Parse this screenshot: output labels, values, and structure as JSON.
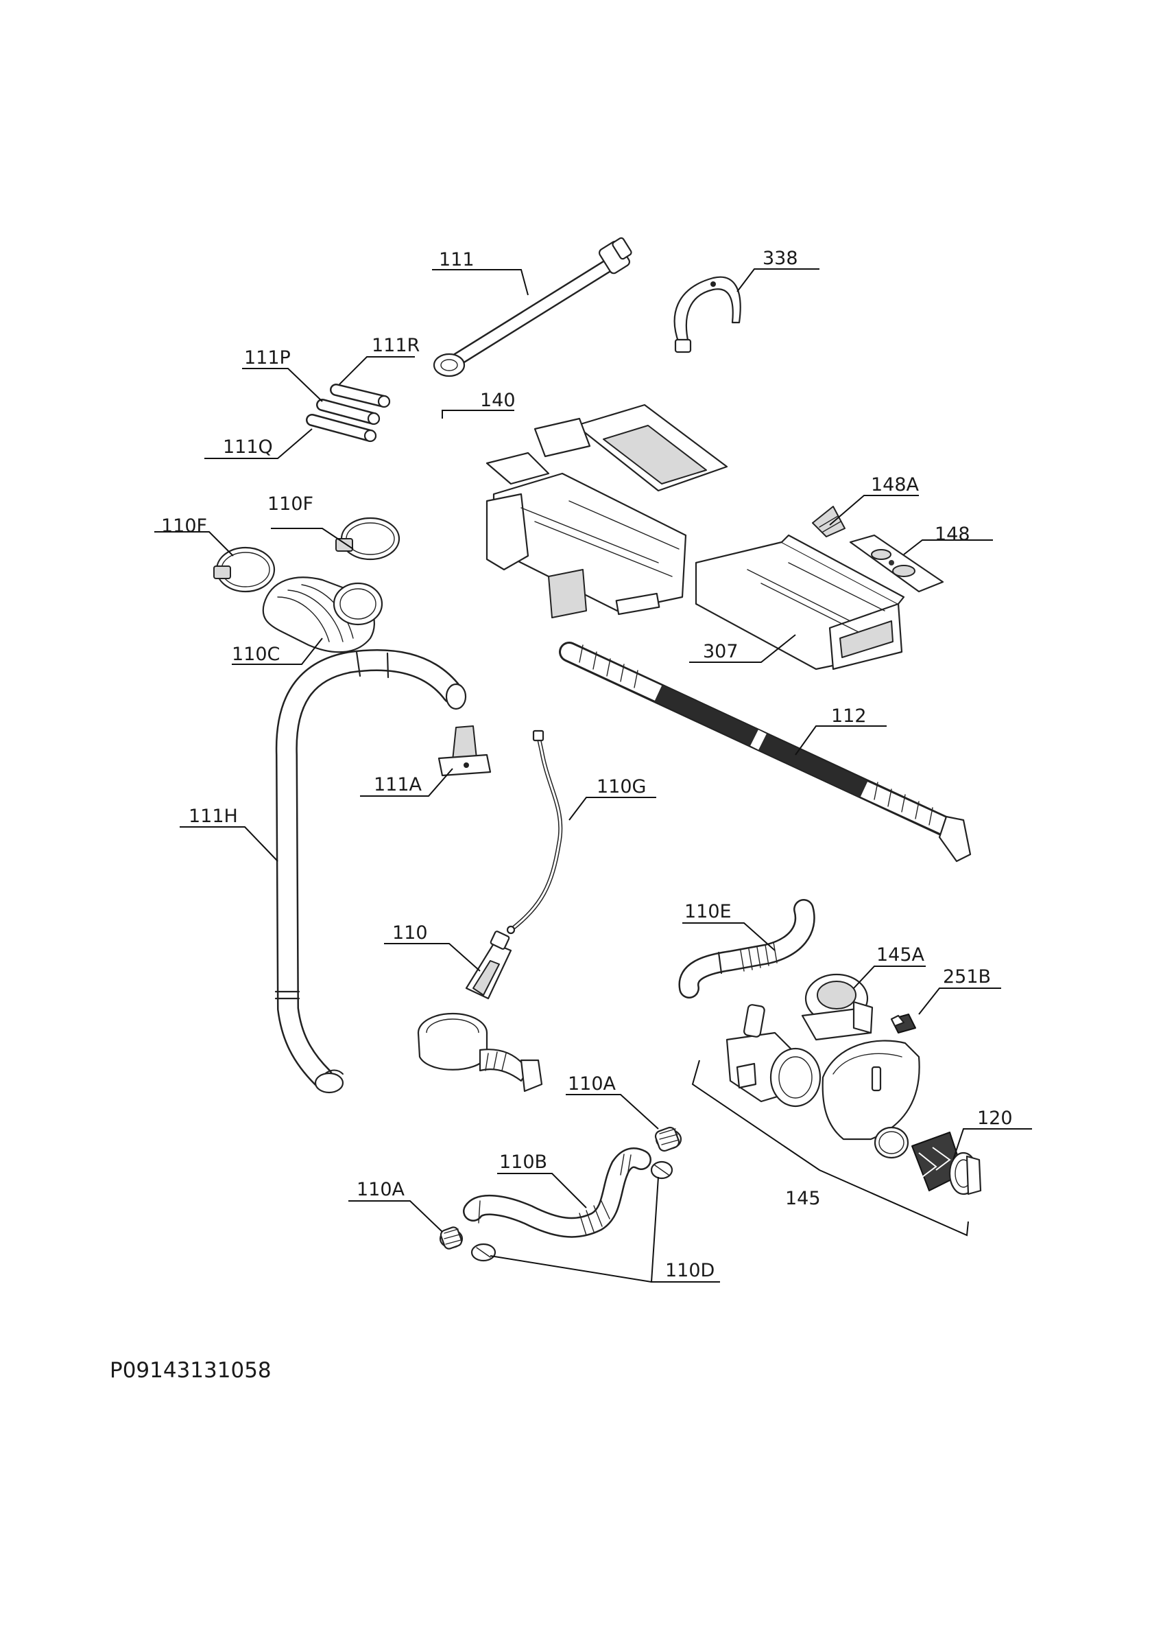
{
  "diagram": {
    "reference_code": "P09143131058",
    "part_labels": {
      "p111": "111",
      "p338": "338",
      "p111P": "111P",
      "p111R": "111R",
      "p140": "140",
      "p111Q": "111Q",
      "p148A": "148A",
      "p110F_right": "110F",
      "p110F_left": "110F",
      "p148": "148",
      "p110C": "110C",
      "p307": "307",
      "p112": "112",
      "p111A": "111A",
      "p110G": "110G",
      "p111H": "111H",
      "p110E": "110E",
      "p110": "110",
      "p145A": "145A",
      "p251B": "251B",
      "p120": "120",
      "p110A_right": "110A",
      "p145": "145",
      "p110B": "110B",
      "p110A_left": "110A",
      "p110D": "110D"
    }
  }
}
